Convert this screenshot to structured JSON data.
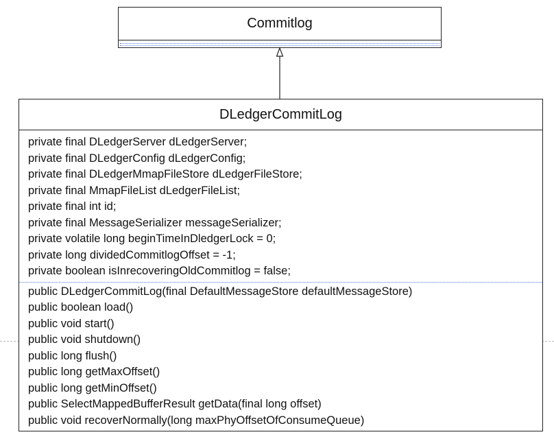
{
  "parent": {
    "name": "Commitlog"
  },
  "child": {
    "name": "DLedgerCommitLog",
    "fields": [
      "private final DLedgerServer dLedgerServer;",
      "private final DLedgerConfig dLedgerConfig;",
      "private final DLedgerMmapFileStore dLedgerFileStore;",
      "private final MmapFileList dLedgerFileList;",
      "private final int id;",
      "private final MessageSerializer messageSerializer;",
      "private volatile long beginTimeInDledgerLock = 0;",
      "private long dividedCommitlogOffset = -1;",
      "private boolean isInrecoveringOldCommitlog = false;"
    ],
    "methods": [
      "public DLedgerCommitLog(final DefaultMessageStore defaultMessageStore)",
      "public boolean load()",
      "public void start()",
      "public void shutdown()",
      "public long flush()",
      "public long getMaxOffset()",
      "public long getMinOffset()",
      "public SelectMappedBufferResult getData(final long offset)",
      "public void recoverNormally(long maxPhyOffsetOfConsumeQueue)"
    ]
  },
  "relationship": {
    "type": "inheritance",
    "from": "DLedgerCommitLog",
    "to": "Commitlog"
  },
  "colors": {
    "border": "#222222",
    "separator": "#4a7fd6"
  }
}
